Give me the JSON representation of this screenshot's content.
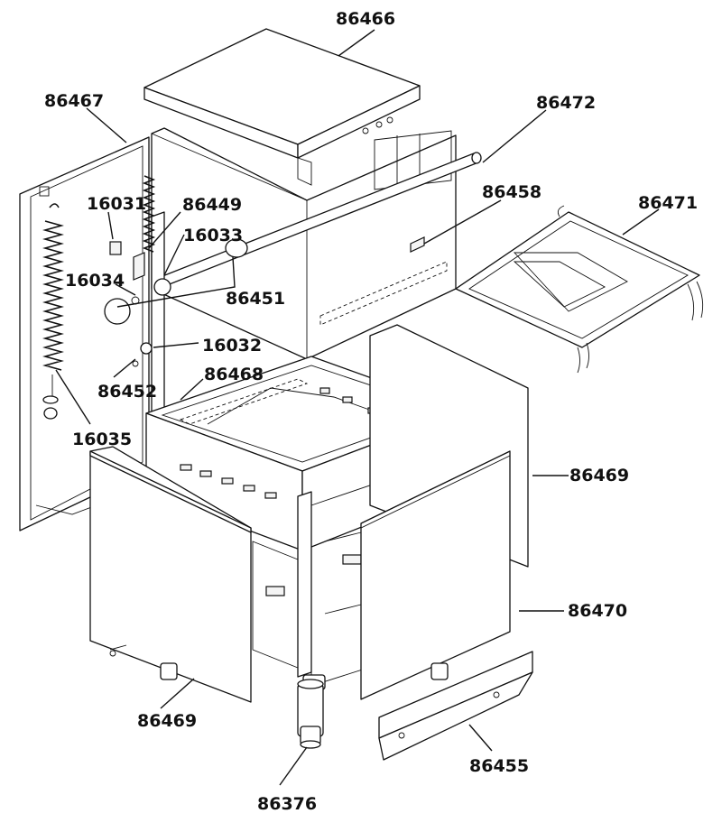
{
  "callouts": {
    "c86466": "86466",
    "c86467": "86467",
    "c86472": "86472",
    "c16031": "16031",
    "c86449": "86449",
    "c16033": "16033",
    "c86458": "86458",
    "c86471": "86471",
    "c16034": "16034",
    "c86451": "86451",
    "c16032": "16032",
    "c86452": "86452",
    "c86468": "86468",
    "c16035": "16035",
    "c86469_right": "86469",
    "c86470": "86470",
    "c86469_bottom": "86469",
    "c86455": "86455",
    "c86376": "86376"
  }
}
